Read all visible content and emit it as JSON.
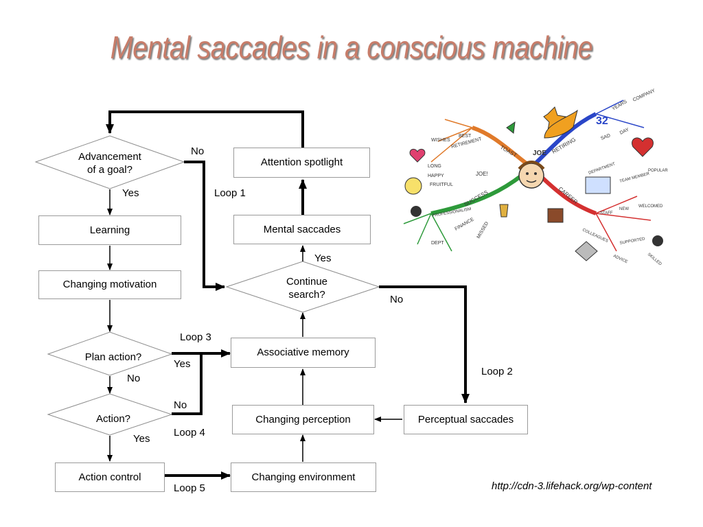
{
  "title": "Mental saccades in a conscious machine",
  "boxes": {
    "attention_spotlight": "Attention spotlight",
    "mental_saccades": "Mental saccades",
    "learning": "Learning",
    "changing_motivation": "Changing motivation",
    "associative_memory": "Associative memory",
    "changing_perception": "Changing perception",
    "perceptual_saccades": "Perceptual saccades",
    "action_control": "Action control",
    "changing_environment": "Changing environment"
  },
  "decisions": {
    "advancement_line1": "Advancement",
    "advancement_line2": "of a goal?",
    "continue_line1": "Continue",
    "continue_line2": "search?",
    "plan_action": "Plan action?",
    "action": "Action?"
  },
  "labels": {
    "no_advancement": "No",
    "yes_advancement": "Yes",
    "loop1": "Loop 1",
    "yes_continue": "Yes",
    "no_continue": "No",
    "loop2": "Loop 2",
    "loop3": "Loop 3",
    "yes_plan": "Yes",
    "no_plan": "No",
    "no_action": "No",
    "loop4": "Loop 4",
    "yes_action": "Yes",
    "loop5": "Loop 5"
  },
  "mindmap": {
    "center": "JOE",
    "branches": [
      "TOAST",
      "RETIRING",
      "SUCCESS",
      "CAREER"
    ],
    "words": [
      "BEST",
      "RETIREMENT",
      "JOE!",
      "WISHES",
      "HAPPY",
      "FRUITFUL",
      "LONG",
      "PROFESSIONALISM",
      "FINANCE",
      "MISSED",
      "DEPT",
      "YEARS",
      "COMPANY",
      "SAD",
      "DAY",
      "TEAM MEMBER",
      "POPULAR",
      "STAFF",
      "NEW",
      "WELCOMED",
      "COLLEAGUES",
      "ADVICE",
      "SUPPORTED",
      "SKILLED",
      "DEPARTMENT"
    ],
    "number": "32"
  },
  "credit": "http://cdn-3.lifehack.org/wp-content"
}
